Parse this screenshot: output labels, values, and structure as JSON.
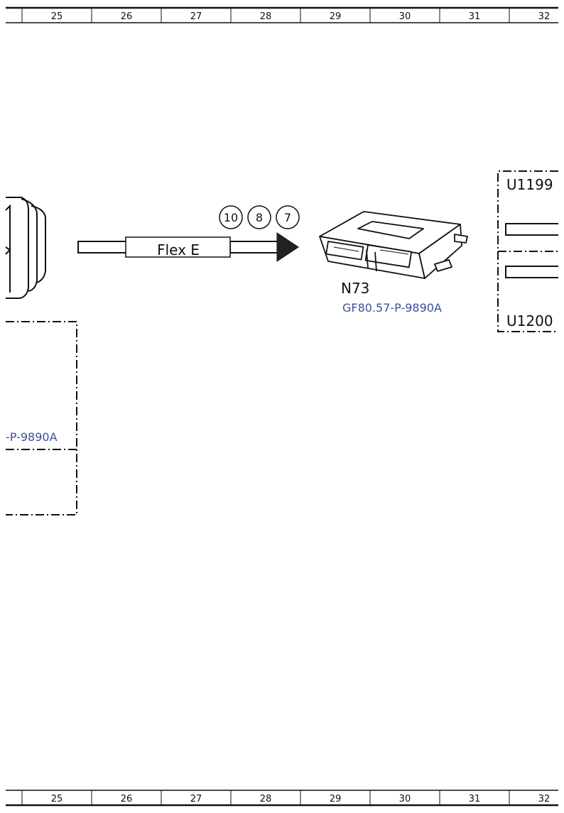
{
  "ruler": {
    "columns": [
      "25",
      "26",
      "27",
      "28",
      "29",
      "30",
      "31",
      "32"
    ]
  },
  "connection": {
    "bus_label": "Flex E",
    "circled_refs": [
      "10",
      "8",
      "7"
    ]
  },
  "component_n73": {
    "id": "N73",
    "ref": "GF80.57-P-9890A"
  },
  "left_box": {
    "ref_partial": "-P-9890A"
  },
  "right_boxes": {
    "top_label": "U1199",
    "bottom_label": "U1200"
  },
  "colors": {
    "link_blue": "#3a4f9a",
    "line": "#111111"
  }
}
